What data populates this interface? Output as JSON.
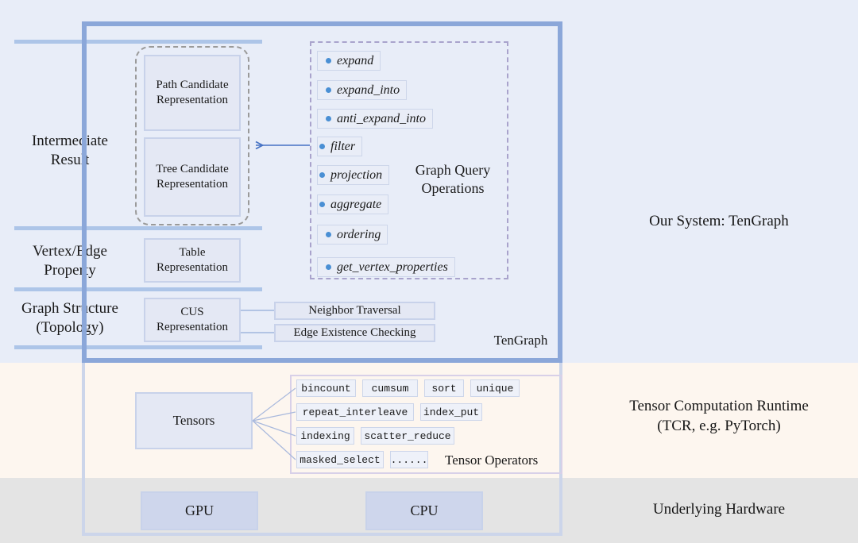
{
  "layers": {
    "graph_caption": "Our System: TenGraph",
    "tcr_caption_line1": "Tensor Computation Runtime",
    "tcr_caption_line2": "(TCR, e.g. PyTorch)",
    "hardware_caption": "Underlying Hardware"
  },
  "system": {
    "frame_tag": "TenGraph"
  },
  "rows": {
    "intermediate_line1": "Intermediate",
    "intermediate_line2": "Result",
    "property_line1": "Vertex/Edge",
    "property_line2": "Property",
    "topology_line1": "Graph Structure",
    "topology_line2": "(Topology)"
  },
  "representations": {
    "path_line1": "Path Candidate",
    "path_line2": "Representation",
    "tree_line1": "Tree Candidate",
    "tree_line2": "Representation",
    "table_line1": "Table",
    "table_line2": "Representation",
    "cus_line1": "CUS",
    "cus_line2": "Representation"
  },
  "topology_ops": [
    "Neighbor Traversal",
    "Edge Existence Checking"
  ],
  "graph_query": {
    "caption_line1": "Graph Query",
    "caption_line2": "Operations",
    "operations": [
      "expand",
      "expand_into",
      "anti_expand_into",
      "filter",
      "projection",
      "aggregate",
      "ordering",
      "get_vertex_properties"
    ]
  },
  "tensor": {
    "tensors_label": "Tensors",
    "caption": "Tensor Operators",
    "rows": [
      [
        "bincount",
        "cumsum",
        "sort",
        "unique"
      ],
      [
        "repeat_interleave",
        "index_put"
      ],
      [
        "indexing",
        "scatter_reduce"
      ],
      [
        "masked_select",
        "......"
      ]
    ]
  },
  "hardware": {
    "gpu": "GPU",
    "cpu": "CPU"
  },
  "colors": {
    "graph_band": "#e8edf8",
    "tcr_band": "#fdf6ef",
    "hardware_band": "#e4e4e4",
    "system_frame": "#8ba7d9",
    "divider": "#adc5e8",
    "box_fill": "#e4e8f4",
    "box_border": "#c8d2ea",
    "bullet": "#4a8fd4",
    "dashed_group": "#9a9a9a",
    "dashed_panel": "#a9a3cc"
  }
}
